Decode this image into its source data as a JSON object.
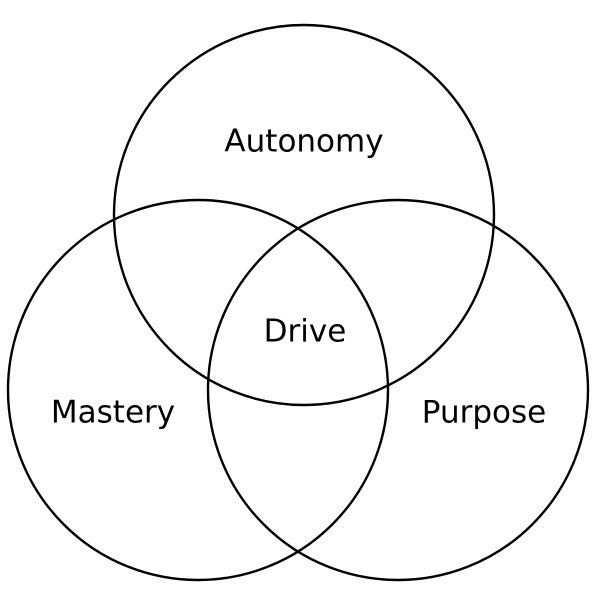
{
  "diagram": {
    "type": "venn",
    "sets": [
      {
        "id": "autonomy",
        "label": "Autonomy"
      },
      {
        "id": "mastery",
        "label": "Mastery"
      },
      {
        "id": "purpose",
        "label": "Purpose"
      }
    ],
    "intersection_label": "Drive",
    "stroke_color": "#000000",
    "background_color": "#ffffff"
  }
}
